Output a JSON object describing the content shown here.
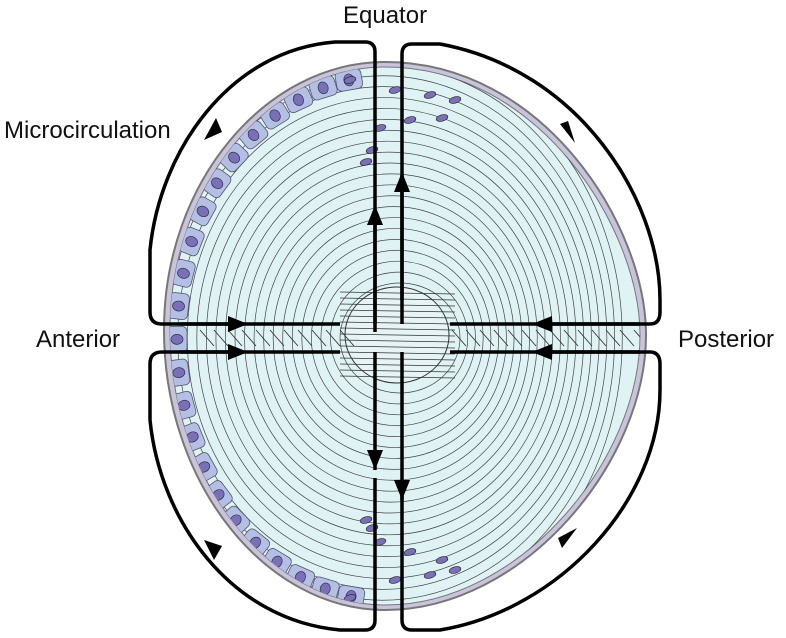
{
  "labels": {
    "equator": "Equator",
    "microcirculation": "Microcirculation",
    "anterior": "Anterior",
    "posterior": "Posterior"
  },
  "colors": {
    "capsule": "#c9c4dc",
    "capsule_stroke": "#777",
    "fiber_fill": "#dff2f4",
    "fiber_line": "#444",
    "epithelium": "#b4bfe6",
    "nucleus": "#7a70b8",
    "arrow": "#000000"
  }
}
